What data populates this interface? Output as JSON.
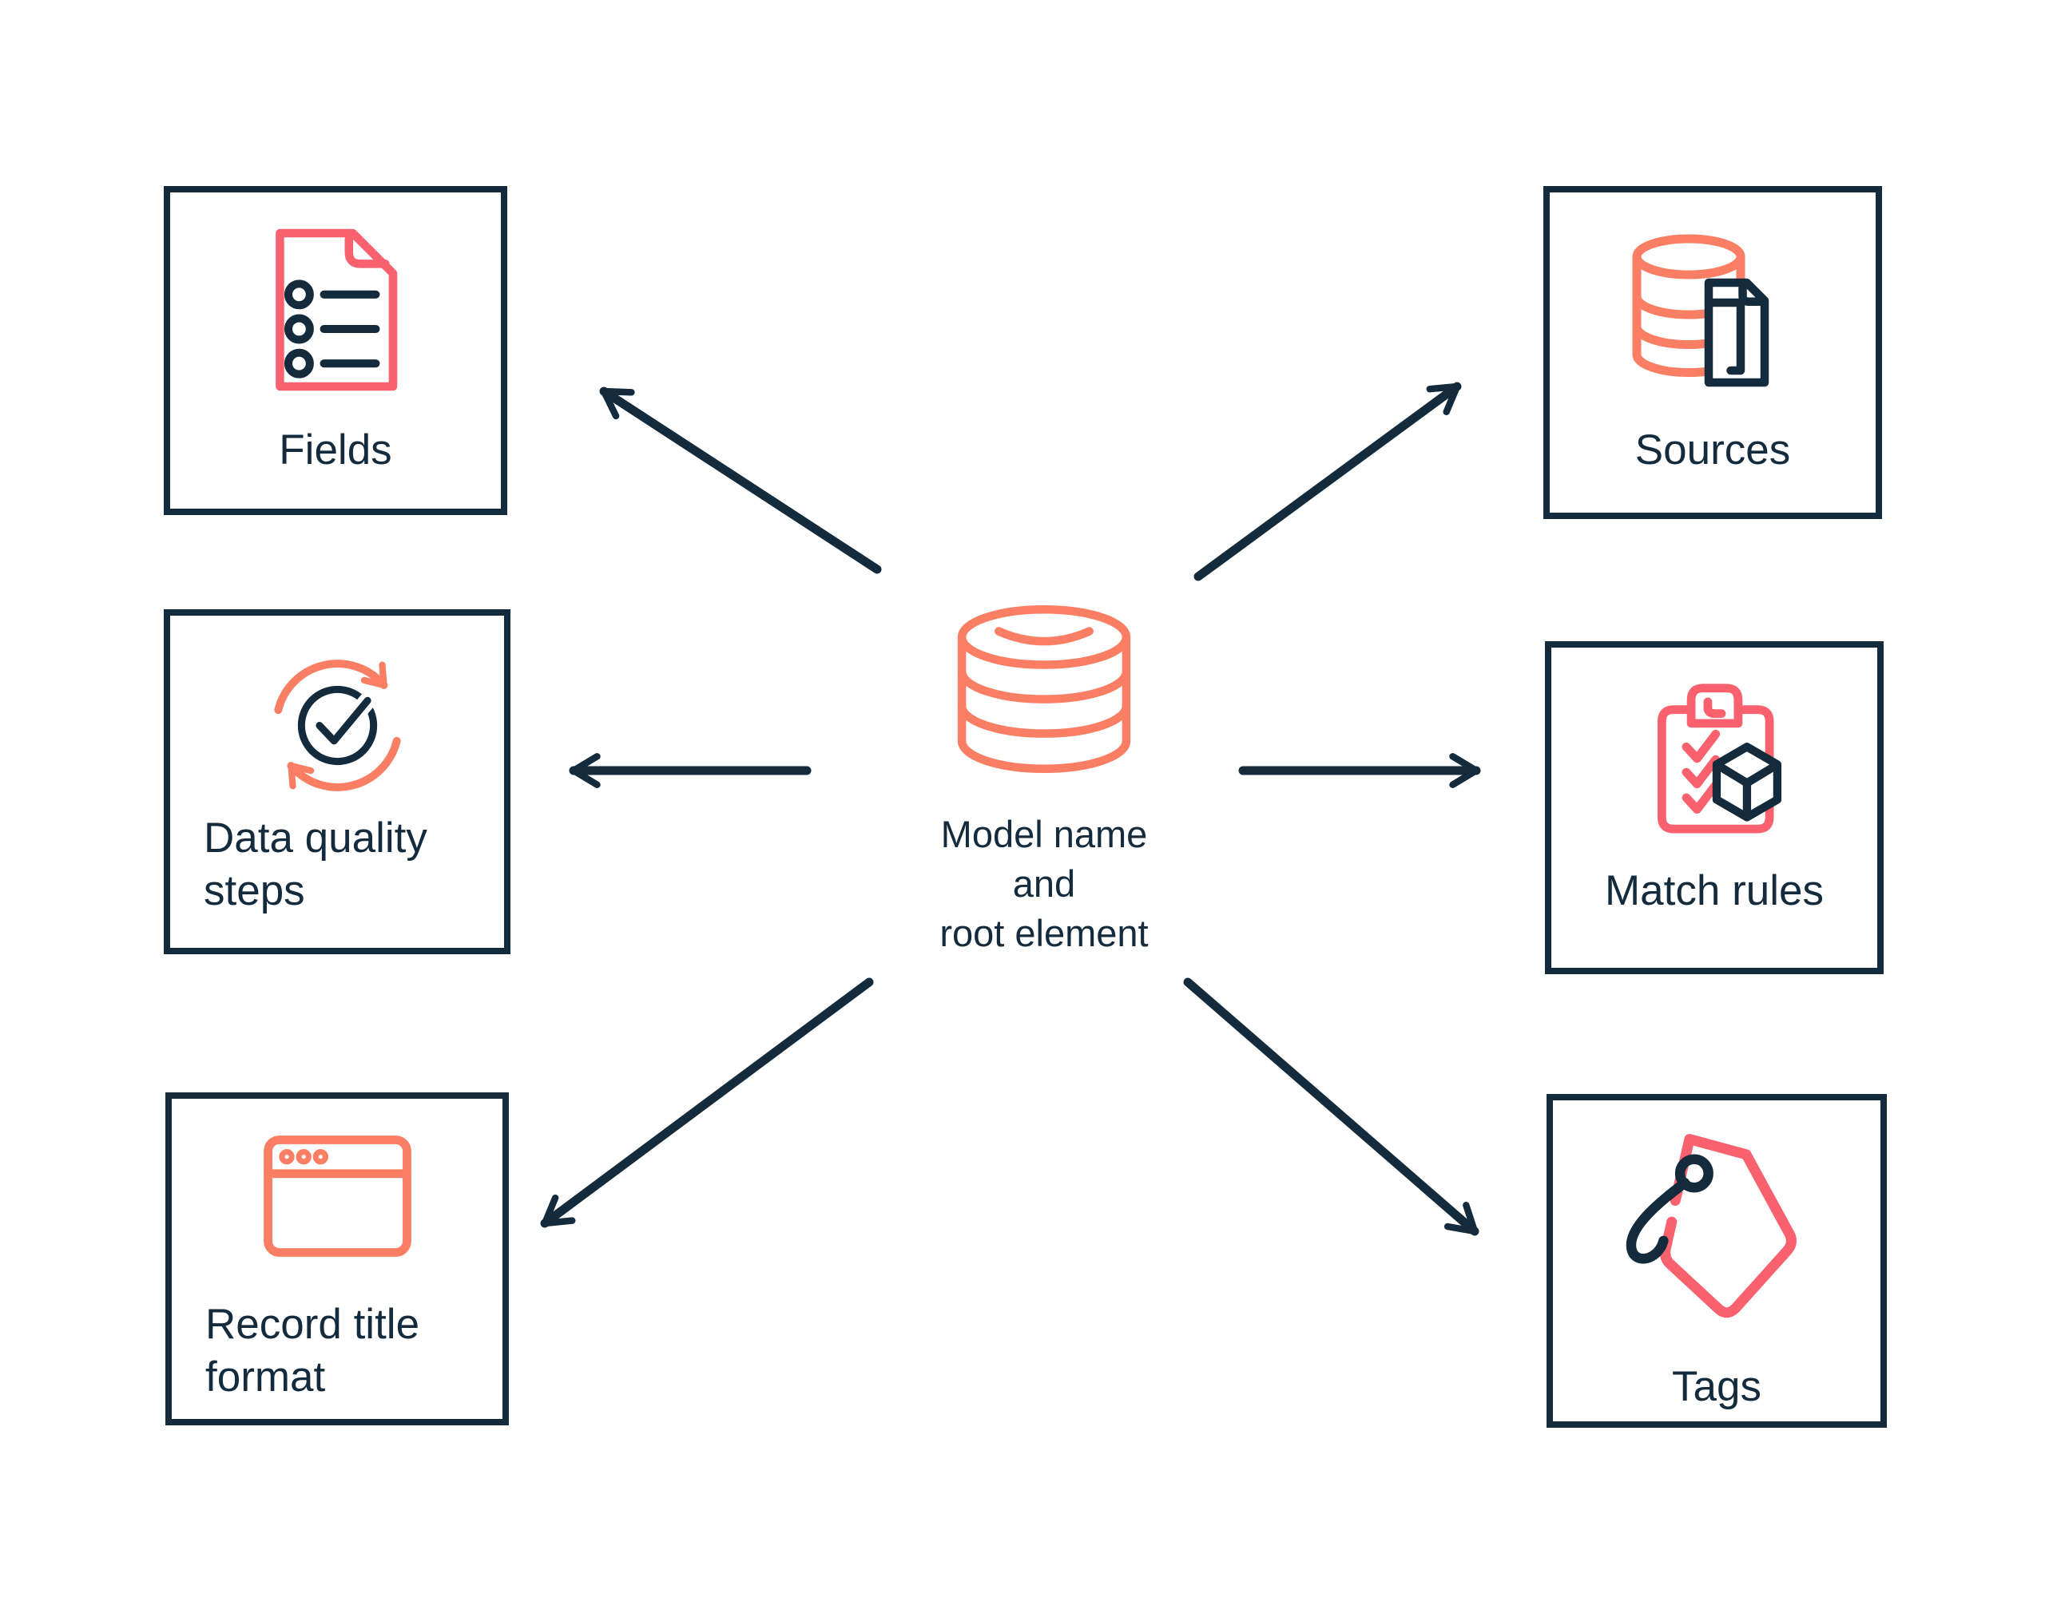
{
  "colors": {
    "navy": "#132B3C",
    "coral": "#F97E63",
    "pink": "#FA616E",
    "background": "#FFFFFF"
  },
  "center": {
    "icon": "database-cylinder-icon",
    "lines": [
      "Model name",
      "and",
      "root element"
    ]
  },
  "nodes": [
    {
      "id": "fields",
      "label": "Fields",
      "icon": "document-list-icon",
      "side": "left",
      "row": "top"
    },
    {
      "id": "data-quality-steps",
      "label": "Data quality steps",
      "icon": "sync-check-icon",
      "side": "left",
      "row": "middle"
    },
    {
      "id": "record-title-format",
      "label": "Record title format",
      "icon": "browser-window-icon",
      "side": "left",
      "row": "bottom"
    },
    {
      "id": "sources",
      "label": "Sources",
      "icon": "database-document-icon",
      "side": "right",
      "row": "top"
    },
    {
      "id": "match-rules",
      "label": "Match rules",
      "icon": "clipboard-cube-icon",
      "side": "right",
      "row": "middle"
    },
    {
      "id": "tags",
      "label": "Tags",
      "icon": "price-tag-icon",
      "side": "right",
      "row": "bottom"
    }
  ]
}
